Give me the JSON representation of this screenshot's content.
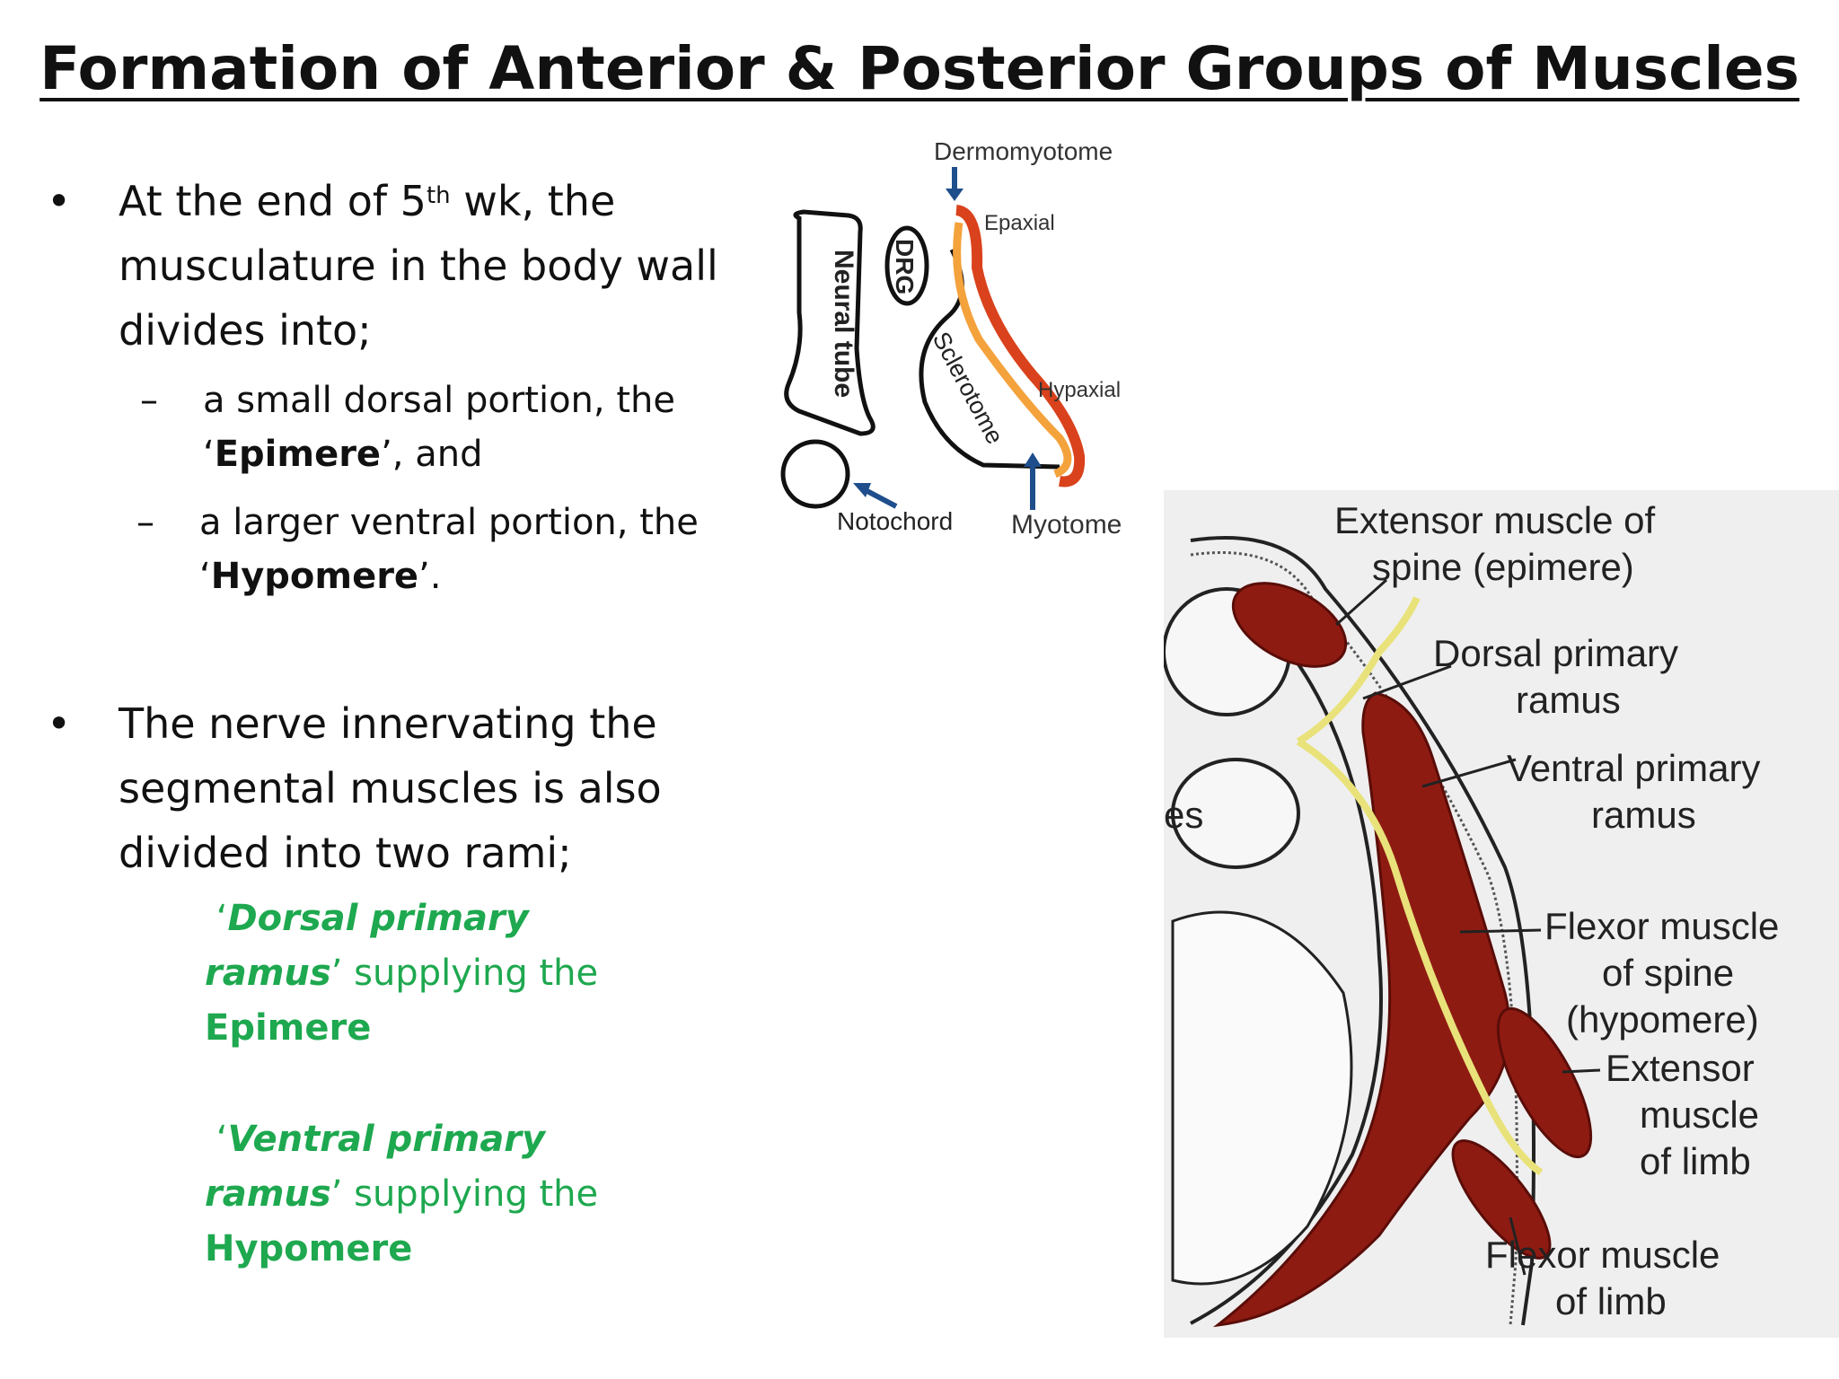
{
  "title": "Formation of Anterior & Posterior Groups of Muscles",
  "bullet1": {
    "prefix": "At the end of 5",
    "sup": "th",
    "suffix": " wk, the",
    "line2": "musculature in the body wall",
    "line3": "divides into;"
  },
  "sub1": {
    "line1": " a small dorsal portion, the",
    "quote_open": "‘",
    "term": "Epimere",
    "tail": "’, and"
  },
  "sub2": {
    "line1": "a larger ventral portion, the",
    "quote_open": "‘",
    "term": "Hypomere",
    "tail": "’."
  },
  "bullet2": {
    "line1": "The nerve innervating the",
    "line2": "segmental muscles is also",
    "line3": "divided into two rami;"
  },
  "dorsal": {
    "quote_open": "‘",
    "term_a": "Dorsal primary",
    "term_b": "ramus",
    "mid": "’ supplying the",
    "target": "Epimere"
  },
  "ventral": {
    "quote_open": "‘",
    "term_a": "Ventral primary",
    "term_b": "ramus",
    "mid": "’ supplying the",
    "target": "Hypomere"
  },
  "diagram1": {
    "labels": {
      "dermomyotome": "Dermomyotome",
      "epaxial": "Epaxial",
      "drg": "DRG",
      "neural_tube": "Neural tube",
      "sclerotome": "Sclerotome",
      "hypaxial": "Hypaxial",
      "notochord": "Notochord",
      "myotome": "Myotome"
    },
    "colors": {
      "myotome_red": "#d9421c",
      "myotome_orange": "#f4a23c",
      "arrow_blue": "#1f4e8c"
    }
  },
  "diagram2": {
    "labels": {
      "ext_spine_1": "Extensor muscle of",
      "ext_spine_2": "spine (epimere)",
      "dorsal_1": "Dorsal primary",
      "dorsal_2": "ramus",
      "ventral_1": "Ventral primary",
      "ventral_2": "ramus",
      "flex_spine_1": "Flexor muscle",
      "flex_spine_2": "of spine",
      "flex_spine_3": "(hypomere)",
      "ext_limb_1": "Extensor",
      "ext_limb_2": "muscle",
      "ext_limb_3": "of limb",
      "flex_limb_1": "Flexor muscle",
      "flex_limb_2": "of limb",
      "partial": "es"
    },
    "colors": {
      "muscle": "#8e1b12",
      "nerve": "#e9e27a",
      "background": "#efefef"
    }
  }
}
